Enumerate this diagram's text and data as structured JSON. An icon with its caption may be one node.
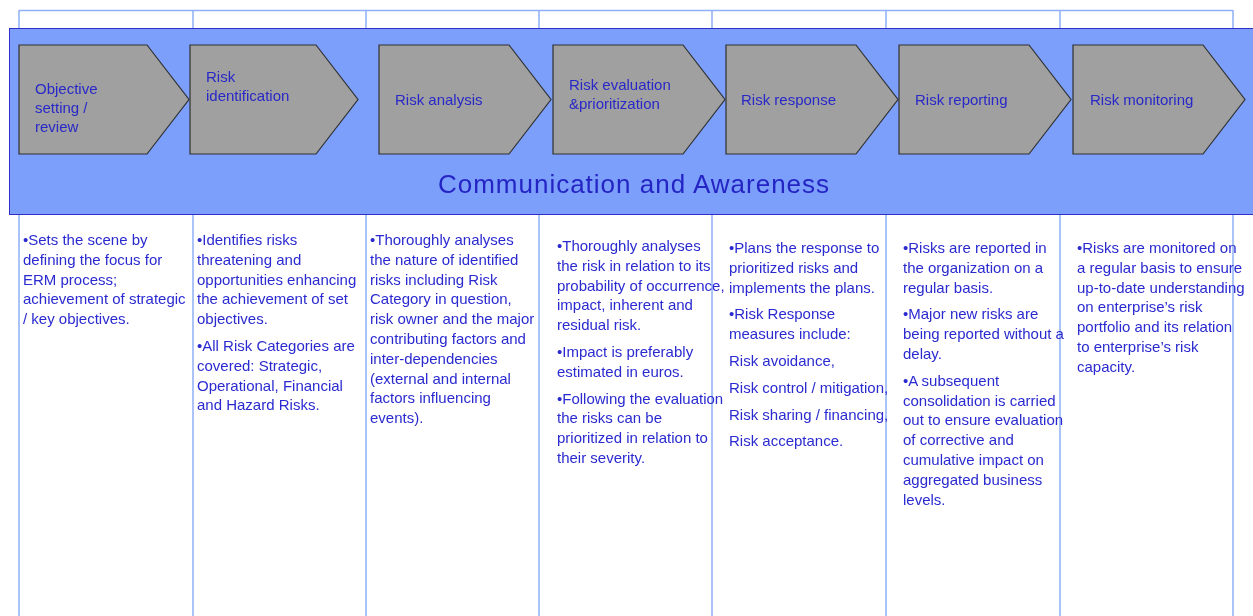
{
  "diagram": {
    "nodes": [
      {
        "text": [
          "Communication and Awareness"
        ]
      },
      {
        "text": [
          "Objective setting / review"
        ],
        "in": 0
      },
      {
        "text": [
          "Risk identification"
        ],
        "in": 0
      },
      {
        "text": [
          "Risk analysis"
        ],
        "in": 0
      },
      {
        "text": [
          "Risk evaluation &prioritization"
        ],
        "in": 0
      },
      {
        "text": [
          "Risk response"
        ],
        "in": 0
      },
      {
        "text": [
          "Risk reporting"
        ],
        "in": 0
      },
      {
        "text": [
          "Risk monitoring"
        ],
        "in": 0
      }
    ],
    "labels": [
      "•Sets the scene by defining the focus for ERM process; achievement of strategic  / key objectives.",
      "•Identifies risks threatening and opportunities enhancing the achievement of set objectives.",
      "•All Risk Categories are covered: Strategic, Operational, Financial and Hazard Risks.",
      "•Thoroughly analyses the nature of identified risks including Risk Category in question, risk owner and the major contributing factors and inter-dependencies (external and internal factors influencing events).",
      "•Thoroughly analyses the risk in relation to its probability of occurrence, impact, inherent and residual risk.",
      "•Impact is preferably estimated in euros.",
      "•Following the evaluation the risks can be prioritized in relation to their severity.",
      "•Plans the response to prioritized risks and implements the plans.",
      "•Risk Response measures include:",
      "Risk avoidance,",
      "Risk control / mitigation,",
      "Risk sharing / financing,",
      "Risk acceptance.",
      "•Risks are reported in the organization on a regular basis.",
      "•Major new risks are being reported without a delay.",
      "•A subsequent consolidation is carried out to ensure evaluation of corrective and cumulative impact on aggregated business levels.",
      "•Risks are monitored on a regular basis to ensure up-to-date understanding on enterprise’s risk portfolio and its relation to enterprise’s risk capacity."
    ]
  }
}
